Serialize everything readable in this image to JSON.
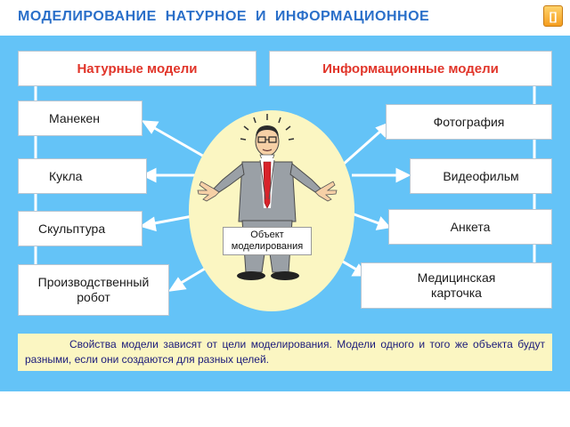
{
  "title": "МОДЕЛИРОВАНИЕ  НАТУРНОЕ  И  ИНФОРМАЦИОННОЕ",
  "nav_button_icon": "bracket-icon",
  "nav_button_glyph": "[]",
  "left_column": {
    "heading": "Натурные  модели",
    "items": [
      "Манекен",
      "Кукла",
      "Скульптура",
      "Производственный робот"
    ]
  },
  "right_column": {
    "heading": "Информационные  модели",
    "items": [
      "Фотография",
      "Видеофильм",
      "Анкета",
      "Медицинская карточка"
    ]
  },
  "object_label": "Объект моделирования",
  "note": "Свойства модели зависят от цели моделирования. Модели одного и того же объекта будут разными, если они создаются для разных целей.",
  "colors": {
    "title": "#2a6fc9",
    "panel": "#64c3f7",
    "heading": "#e1352a",
    "oval": "#fbf6c2",
    "note_text": "#1a1a7a"
  }
}
